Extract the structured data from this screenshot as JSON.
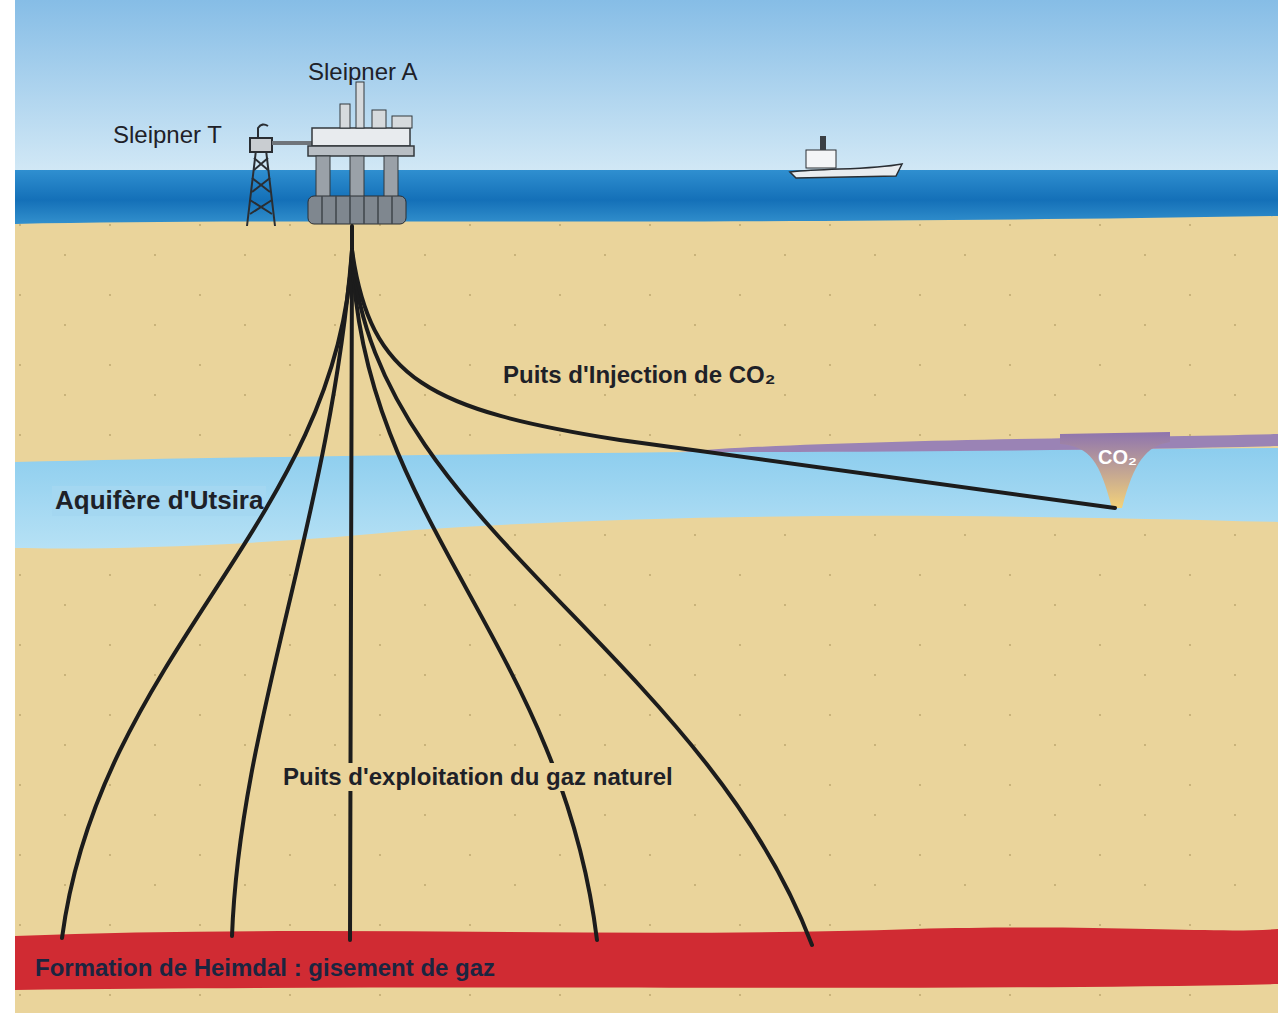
{
  "diagram": {
    "nodes": [
      {
        "text": [
          "Aquifère d'Utsira"
        ]
      },
      {
        "text": [
          "CO₂"
        ],
        "in": 0
      },
      {
        "text": [
          "Formation de Heimdal : gisement de gaz"
        ]
      }
    ],
    "labels": [
      "Sleipner A",
      "Sleipner T",
      "Puits d'Injection de CO₂",
      "Puits d'exploitation du gaz naturel"
    ]
  }
}
